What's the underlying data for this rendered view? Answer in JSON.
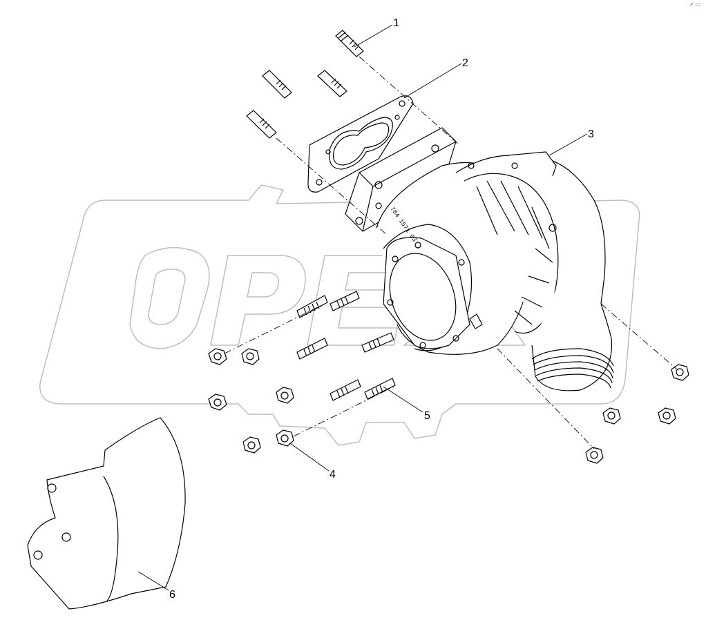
{
  "watermark": {
    "text": "OPEX",
    "color": "#bdbdbd"
  },
  "housing_marking": "704 1571 03",
  "corner_mark": "↗ ▭",
  "callouts": [
    {
      "id": "1",
      "label": "1",
      "part": "stud"
    },
    {
      "id": "2",
      "label": "2",
      "part": "gasket"
    },
    {
      "id": "3",
      "label": "3",
      "part": "turbocharger"
    },
    {
      "id": "4",
      "label": "4",
      "part": "nut"
    },
    {
      "id": "5",
      "label": "5",
      "part": "stud"
    },
    {
      "id": "6",
      "label": "6",
      "part": "heat-shield"
    }
  ],
  "colors": {
    "line": "#000000",
    "watermark": "#bdbdbd",
    "background": "#ffffff"
  }
}
